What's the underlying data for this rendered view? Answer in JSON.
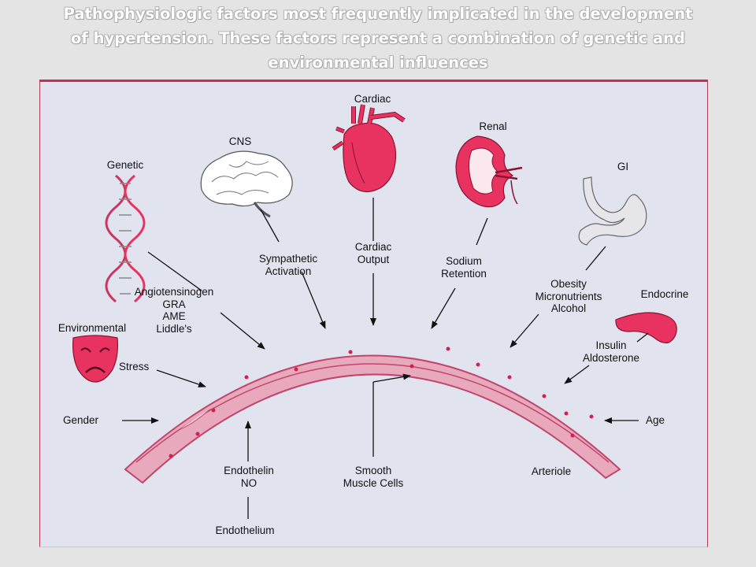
{
  "title": {
    "line1": "Pathophysiologic factors most frequently implicated in the development",
    "line2": "of hypertension. These factors represent a combination of genetic and",
    "line3": "environmental influences"
  },
  "diagram": {
    "organs": {
      "cardiac": "Cardiac",
      "renal": "Renal",
      "cns": "CNS",
      "gi": "GI",
      "genetic": "Genetic",
      "endocrine": "Endocrine",
      "environmental": "Environmental"
    },
    "factors": {
      "sympathetic": [
        "Sympathetic",
        "Activation"
      ],
      "cardiac_output": [
        "Cardiac",
        "Output"
      ],
      "sodium": [
        "Sodium",
        "Retention"
      ],
      "genetic": [
        "Angiotensinogen",
        "GRA",
        "AME",
        "Liddle's"
      ],
      "obesity": [
        "Obesity",
        "Micronutrients",
        "Alcohol"
      ],
      "endocrine": [
        "Insulin",
        "Aldosterone"
      ],
      "stress": "Stress",
      "gender": "Gender",
      "age": "Age",
      "endothelin": [
        "Endothelin",
        "NO"
      ],
      "endothelium": "Endothelium",
      "smooth_muscle": [
        "Smooth",
        "Muscle Cells"
      ],
      "arteriole": "Arteriole"
    },
    "colors": {
      "organ": "#e8325f",
      "vessel_wall": "#e8a9bc",
      "vessel_outline": "#c2456b",
      "cell": "#f6d4dd",
      "nucleus": "#d61f4b",
      "background": "#e1e4ef"
    }
  }
}
